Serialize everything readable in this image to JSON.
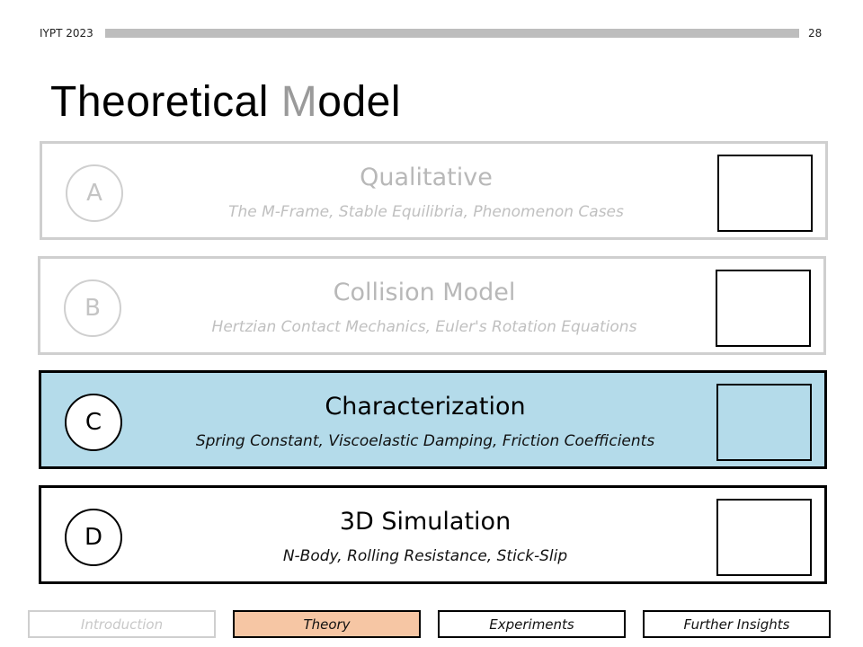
{
  "header": {
    "label": "IYPT 2023",
    "page_number": "28"
  },
  "title": {
    "main": "Theoretical ",
    "dim_letter": "M",
    "rest": "odel"
  },
  "sections": [
    {
      "letter": "A",
      "heading": "Qualitative",
      "subtitle": "The M-Frame, Stable Equilibria, Phenomenon Cases",
      "state": "faded"
    },
    {
      "letter": "B",
      "heading": "Collision Model",
      "subtitle": "Hertzian Contact Mechanics, Euler's Rotation Equations",
      "state": "faded"
    },
    {
      "letter": "C",
      "heading": "Characterization",
      "subtitle": "Spring Constant, Viscoelastic Damping, Friction Coefficients",
      "state": "active"
    },
    {
      "letter": "D",
      "heading": "3D Simulation",
      "subtitle": "N-Body, Rolling Resistance, Stick-Slip",
      "state": "normal"
    }
  ],
  "nav": [
    {
      "label": "Introduction",
      "state": "faded"
    },
    {
      "label": "Theory",
      "state": "current"
    },
    {
      "label": "Experiments",
      "state": "normal"
    },
    {
      "label": "Further Insights",
      "state": "normal"
    }
  ],
  "colors": {
    "active_section": "#b4dbea",
    "current_tab": "#f6c6a4",
    "progress_track": "#bdbdbd",
    "faded": "#cfcfcf"
  }
}
